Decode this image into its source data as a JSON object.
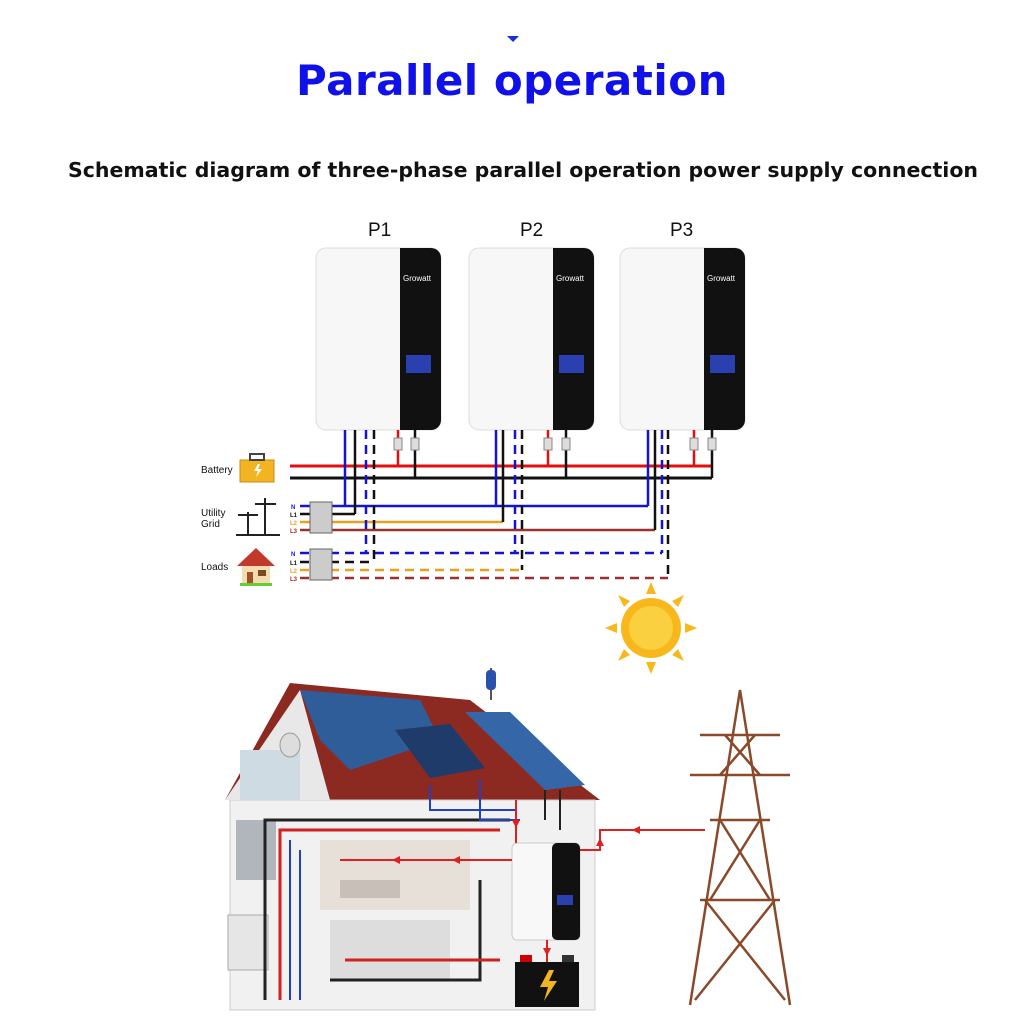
{
  "title": "Parallel operation",
  "subtitle": "Schematic diagram of three-phase parallel operation power supply connection",
  "inverters": [
    {
      "label": "P1",
      "brand": "Growatt"
    },
    {
      "label": "P2",
      "brand": "Growatt"
    },
    {
      "label": "P3",
      "brand": "Growatt"
    }
  ],
  "legend": {
    "battery": "Battery",
    "utility_line1": "Utility",
    "utility_line2": "Grid",
    "loads": "Loads",
    "phases": [
      "N",
      "L1",
      "L2",
      "L3"
    ]
  },
  "colors": {
    "title": "#1010e8",
    "neutral": "#1414d0",
    "l1": "#111111",
    "l2": "#e8a020",
    "l3": "#9a3030",
    "battery_pos": "#e01010",
    "battery_neg": "#111111",
    "power_flow": "#e02020"
  }
}
